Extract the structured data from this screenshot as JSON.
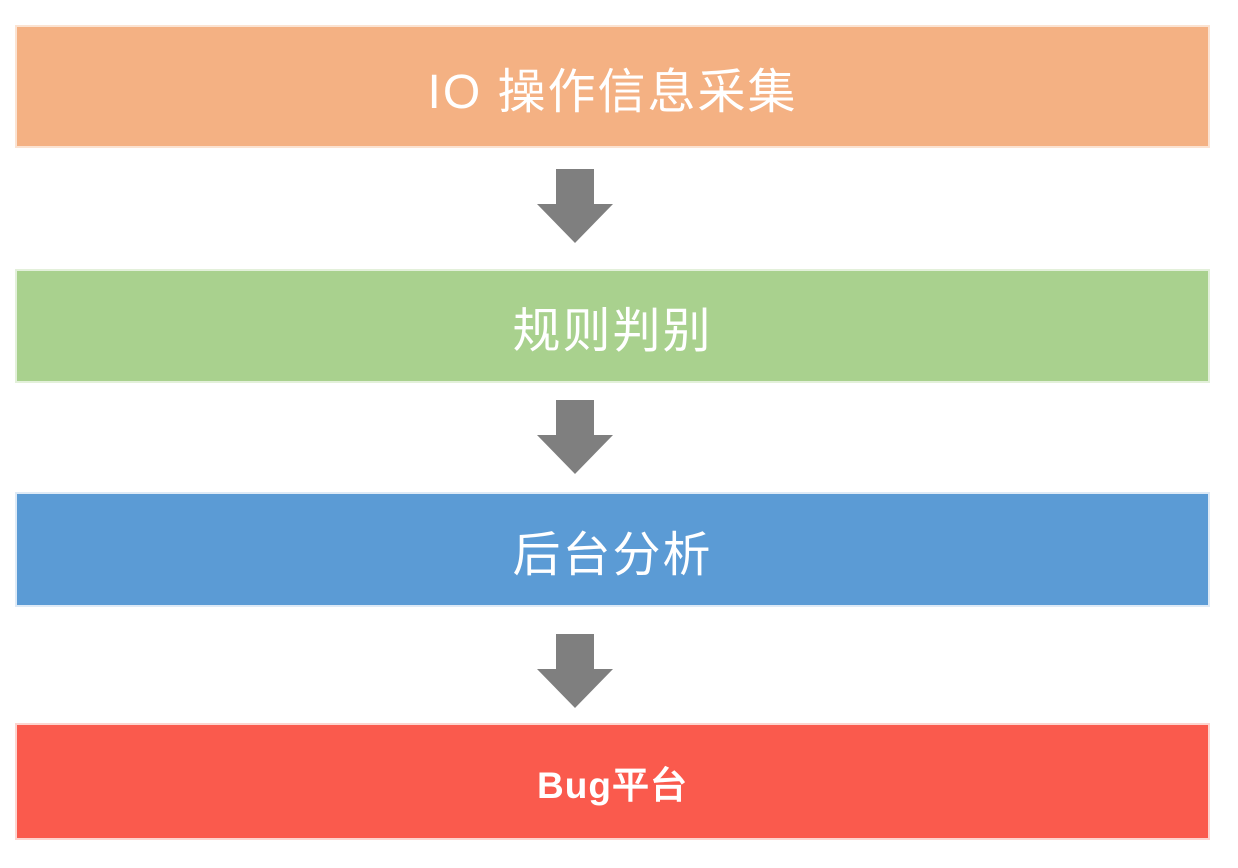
{
  "diagram": {
    "title": "IO monitoring pipeline flowchart",
    "background_color": "#ffffff",
    "text_color": "#ffffff",
    "arrow_color": "#7f7f7f",
    "arrow_icon": "down-block-arrow",
    "steps": [
      {
        "label": "IO 操作信息采集",
        "fill_color": "#f4b183",
        "border_color": "#fbe3d2"
      },
      {
        "label": "规则判别",
        "fill_color": "#a9d18e",
        "border_color": "#e3f0da"
      },
      {
        "label": "后台分析",
        "fill_color": "#5b9bd5",
        "border_color": "#deeaf6"
      },
      {
        "label": "Bug平台",
        "fill_color": "#fa5a4d",
        "border_color": "#fdd4cf"
      }
    ]
  }
}
